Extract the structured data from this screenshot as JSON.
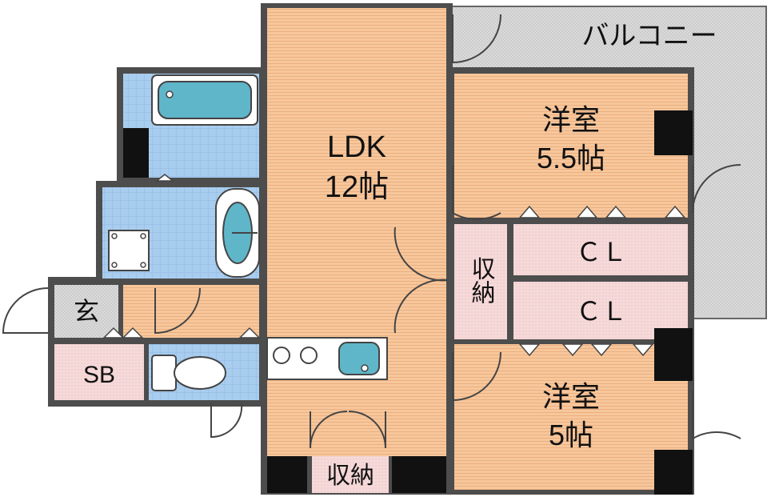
{
  "floorplan": {
    "rooms": {
      "balcony": "バルコニー",
      "ldk_name": "LDK",
      "ldk_size": "12帖",
      "bedroom1_name": "洋室",
      "bedroom1_size": "5.5帖",
      "bedroom2_name": "洋室",
      "bedroom2_size": "5帖",
      "storage_vertical": "収納",
      "closet1": "ＣＬ",
      "closet2": "ＣＬ",
      "storage_bottom": "収納",
      "entrance": "玄",
      "shoe_box": "SB"
    },
    "colors": {
      "wall": "#4d4d4d",
      "ldk_floor": "#f7c79c",
      "bedroom_floor": "#f7c79c",
      "wet_area_floor": "#a9cdef",
      "closet_floor": "#f5d6d6",
      "balcony_floor": "#d6d6d6",
      "fixture": "#5fb6c9",
      "column": "#111111"
    }
  }
}
